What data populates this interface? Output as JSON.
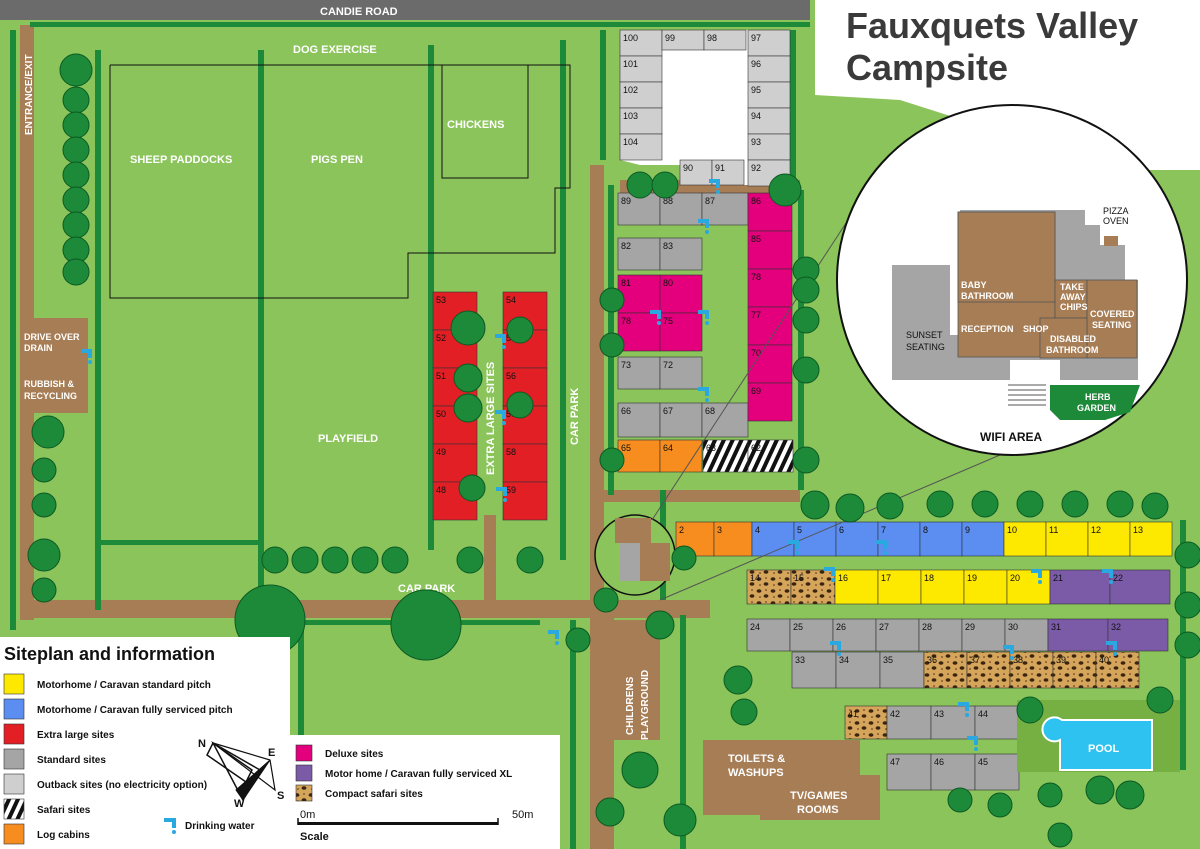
{
  "title_line1": "Fauxquets Valley",
  "title_line2": "Campsite",
  "colors": {
    "grass": "#8ac45a",
    "grass_dark": "#76b043",
    "path": "#a77d55",
    "hedge": "#1d8a3a",
    "road": "#6b6b6b",
    "standard_pitch": "#fde800",
    "serviced_pitch": "#5b8ef0",
    "extra_large": "#e31f26",
    "standard": "#a5a5a5",
    "outback": "#cfcfcf",
    "log_cabin": "#f78d1e",
    "deluxe": "#e4007c",
    "xl_serviced": "#7b5ba8",
    "pool": "#2ec2f0",
    "building": "#a77d55",
    "water_icon": "#29a9e0"
  },
  "labels": {
    "candie_road": "CANDIE ROAD",
    "dog_exercise": "DOG EXERCISE",
    "entrance_exit": "ENTRANCE/EXIT",
    "sheep_paddocks": "SHEEP PADDOCKS",
    "pigs_pen": "PIGS PEN",
    "chickens": "CHICKENS",
    "outback": "OUTBACK",
    "no_electricity": "(no electricity)",
    "drive_over_drain_1": "DRIVE OVER",
    "drive_over_drain_2": "DRAIN",
    "rubbish_1": "RUBBISH &",
    "rubbish_2": "RECYCLING",
    "playfield": "PLAYFIELD",
    "extra_large_sites": "EXTRA LARGE SITES",
    "car_park_v": "CAR PARK",
    "car_park_h": "CAR PARK",
    "childrens_1": "CHILDRENS",
    "childrens_2": "PLAYGROUND",
    "toilets_1": "TOILETS &",
    "toilets_2": "WASHUPS",
    "tv_1": "TV/GAMES",
    "tv_2": "ROOMS",
    "pool": "POOL",
    "wifi_area": "WIFI AREA"
  },
  "inset": {
    "pizza_1": "PIZZA",
    "pizza_2": "OVEN",
    "baby_1": "BABY",
    "baby_2": "BATHROOM",
    "take_1": "TAKE",
    "take_2": "AWAY",
    "take_3": "CHIPS",
    "covered_1": "COVERED",
    "covered_2": "SEATING",
    "reception": "RECEPTION",
    "shop": "SHOP",
    "sunset_1": "SUNSET",
    "sunset_2": "SEATING",
    "disabled_1": "DISABLED",
    "disabled_2": "BATHROOM",
    "herb_1": "HERB",
    "herb_2": "GARDEN"
  },
  "legend": {
    "title": "Siteplan and information",
    "items_left": [
      {
        "label": "Motorhome / Caravan standard pitch",
        "color": "#fde800"
      },
      {
        "label": "Motorhome / Caravan fully serviced pitch",
        "color": "#5b8ef0"
      },
      {
        "label": "Extra large sites",
        "color": "#e31f26"
      },
      {
        "label": "Standard sites",
        "color": "#a5a5a5"
      },
      {
        "label": "Outback sites (no electricity option)",
        "color": "#cfcfcf"
      },
      {
        "label": "Safari sites",
        "color": "zebra"
      },
      {
        "label": "Log cabins",
        "color": "#f78d1e"
      }
    ],
    "items_right": [
      {
        "label": "Deluxe sites",
        "color": "#e4007c"
      },
      {
        "label": "Motor home / Caravan fully serviced XL",
        "color": "#7b5ba8"
      },
      {
        "label": "Compact safari sites",
        "color": "leopard"
      }
    ],
    "drinking_water": "Drinking water",
    "scale_start": "0m",
    "scale_end": "50m",
    "scale_label": "Scale",
    "compass": {
      "n": "N",
      "e": "E",
      "s": "S",
      "w": "W"
    }
  },
  "pitches": {
    "outback_left": [
      "100",
      "101",
      "102",
      "103",
      "104"
    ],
    "outback_top": [
      "99",
      "98"
    ],
    "outback_right": [
      "97",
      "96",
      "95",
      "94",
      "93",
      "92"
    ],
    "outback_bottom": [
      "90",
      "91"
    ],
    "standard_a": [
      "89",
      "88",
      "87",
      "82",
      "83",
      "73",
      "72",
      "66",
      "67",
      "68"
    ],
    "deluxe_mid": [
      "81",
      "80",
      "78",
      "75"
    ],
    "deluxe_right": [
      "86",
      "85",
      "78",
      "77",
      "70",
      "69"
    ],
    "cabins_row": [
      "65",
      "64"
    ],
    "safari_row": [
      "63",
      "62"
    ],
    "extra_large_left": [
      "53",
      "52",
      "51",
      "50",
      "49",
      "48"
    ],
    "extra_large_right": [
      "54",
      "55",
      "56",
      "57",
      "58",
      "59"
    ],
    "row1_cabins": [
      "2",
      "3"
    ],
    "row1_serviced": [
      "4",
      "5",
      "6",
      "7",
      "8",
      "9"
    ],
    "row1_standard": [
      "10",
      "11",
      "12",
      "13"
    ],
    "row2_compact": [
      "14",
      "15"
    ],
    "row2_standard": [
      "16",
      "17",
      "18",
      "19",
      "20"
    ],
    "row2_xl": [
      "21",
      "22"
    ],
    "row3_standard": [
      "24",
      "25",
      "26",
      "27",
      "28",
      "29",
      "30"
    ],
    "row3_xl": [
      "31",
      "32"
    ],
    "row4_standard": [
      "33",
      "34",
      "35"
    ],
    "row4_compact": [
      "36",
      "37",
      "38",
      "39",
      "40"
    ],
    "row5": [
      "41",
      "42",
      "43",
      "44"
    ],
    "row6": [
      "47",
      "46",
      "45"
    ]
  }
}
